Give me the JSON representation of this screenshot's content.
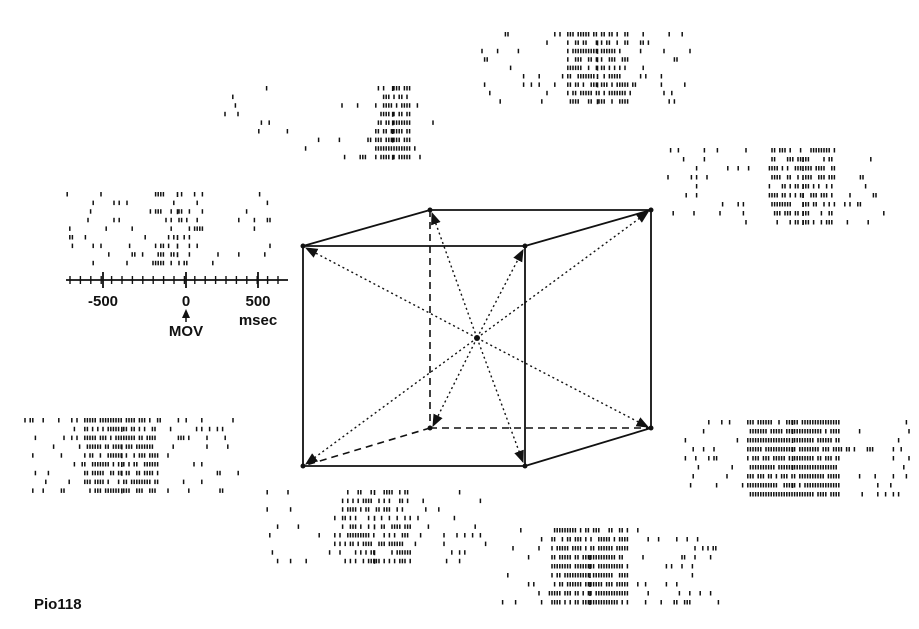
{
  "figure": {
    "label": "Pio118",
    "ink_color": "#111111"
  },
  "time_axis": {
    "ticks": [
      "-500",
      "0",
      "500"
    ],
    "unit": "msec",
    "event_label": "MOV"
  }
}
